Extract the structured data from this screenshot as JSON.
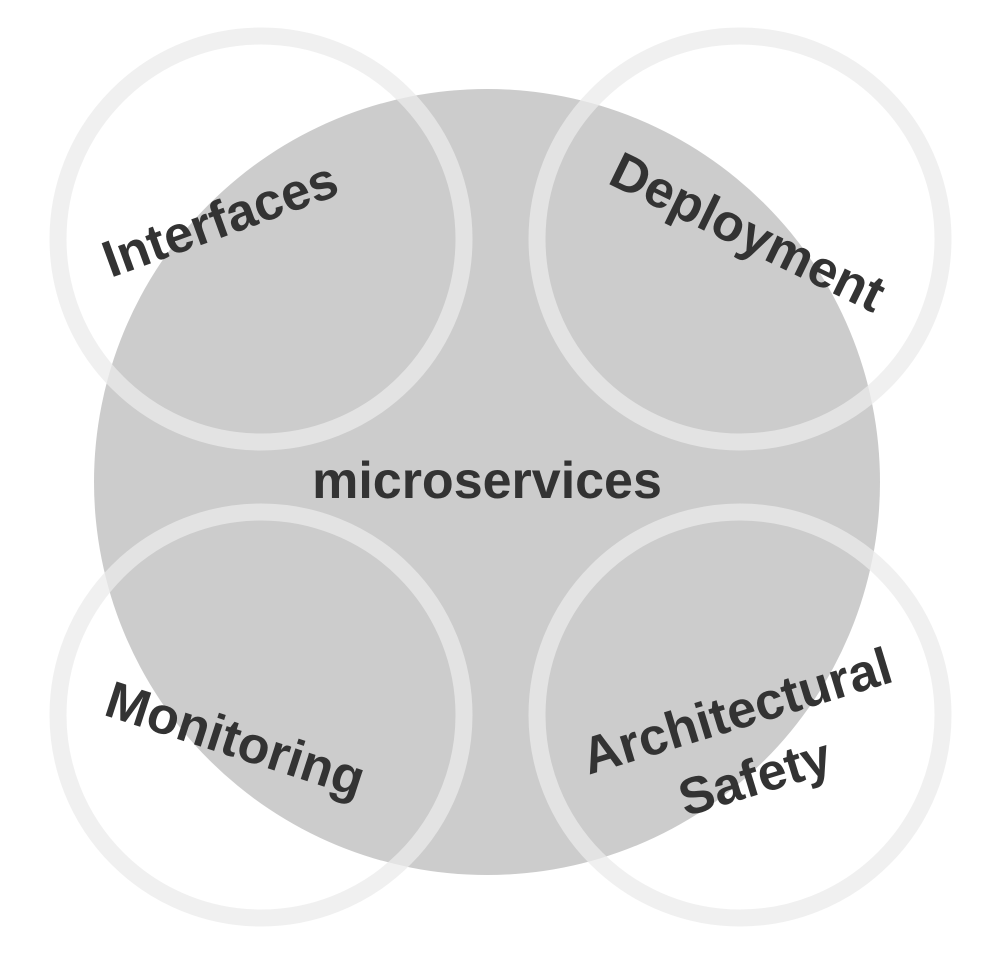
{
  "center": {
    "label": "microservices"
  },
  "satellites": [
    {
      "label": "Interfaces"
    },
    {
      "label": "Deployment"
    },
    {
      "label": "Monitoring"
    },
    {
      "label_line1": "Architectural",
      "label_line2": "Safety"
    }
  ],
  "colors": {
    "core": "#cccccc",
    "ring": "#ebebeb",
    "text": "#333333"
  }
}
